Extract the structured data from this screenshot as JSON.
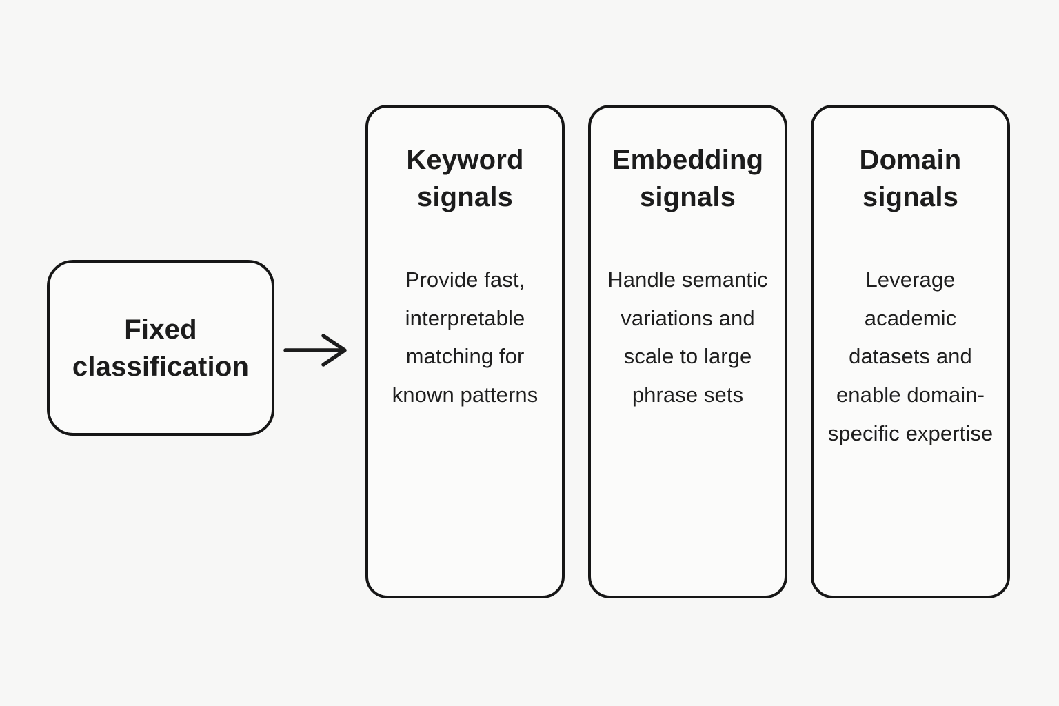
{
  "source": {
    "label": "Fixed classification"
  },
  "cards": [
    {
      "title": "Keyword signals",
      "body": "Provide fast, interpretable matching for known patterns"
    },
    {
      "title": "Embedding signals",
      "body": "Handle semantic variations and scale to large phrase sets"
    },
    {
      "title": "Domain signals",
      "body": "Leverage academic datasets and enable domain-specific expertise"
    }
  ],
  "colors": {
    "background": "#f7f7f6",
    "node_fill": "#fbfbfa",
    "border": "#161616",
    "text": "#1c1c1c"
  }
}
